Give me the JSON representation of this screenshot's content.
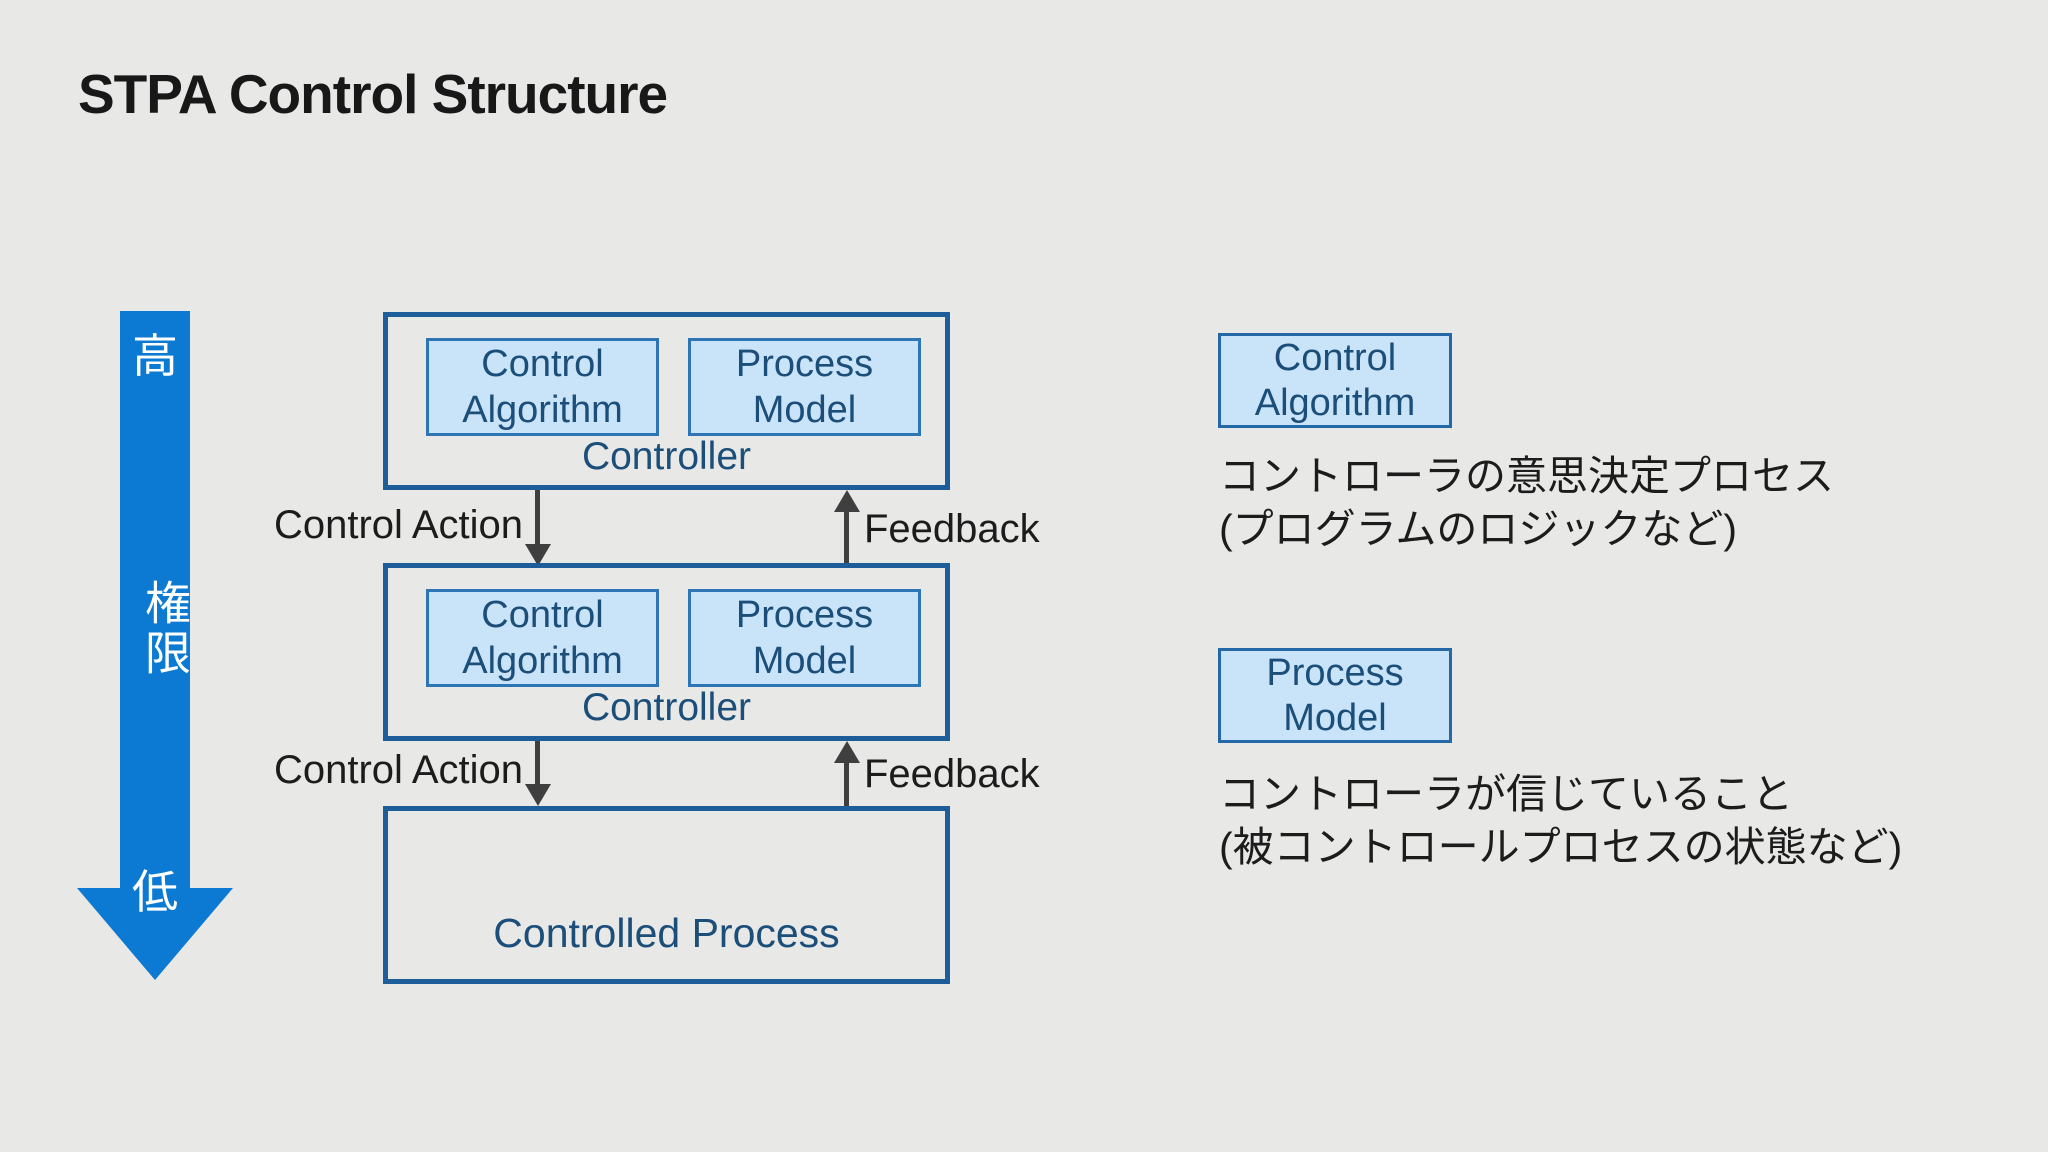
{
  "slide": {
    "title": "STPA Control Structure",
    "background_color": "#e8e8e7"
  },
  "authority_axis": {
    "high": "高",
    "axis": "権限",
    "low": "低",
    "arrow_color": "#0c79d2"
  },
  "labels": {
    "control_algorithm": "Control Algorithm",
    "process_model": "Process Model",
    "controller": "Controller",
    "controlled_process": "Controlled Process",
    "control_action": "Control Action",
    "feedback": "Feedback"
  },
  "legend": {
    "control_algorithm_desc": "コントローラの意思決定プロセス\n(プログラムのロジックなど)",
    "process_model_desc": "コントローラが信じていること\n(被コントロールプロセスの状態など)"
  },
  "colors": {
    "outer_box_border": "#1d5d99",
    "inner_box_fill": "#c9e4f9",
    "inner_box_border": "#2e75b5",
    "box_text": "#1b4e79",
    "edge_arrow": "#3f3f3f",
    "body_text": "#1c1c1c"
  }
}
